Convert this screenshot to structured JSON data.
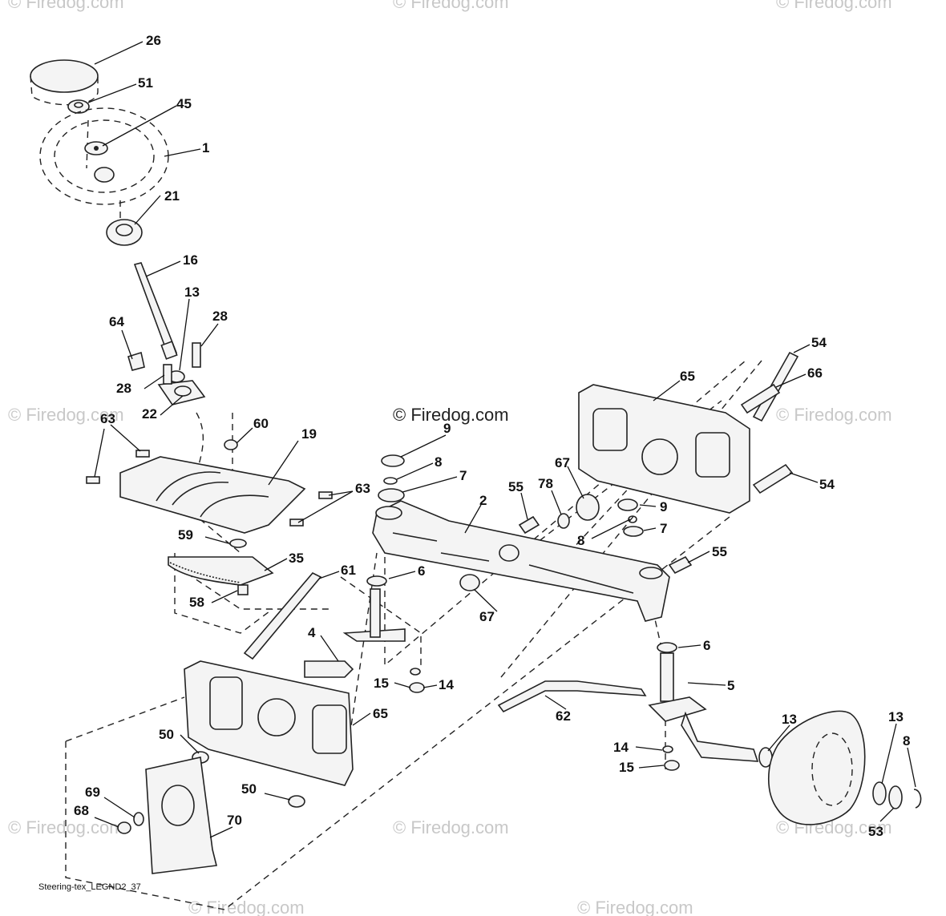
{
  "diagram": {
    "watermarks": [
      "© Firedog.com",
      "© Firedog.com",
      "© Firedog.com",
      "© Firedog.com",
      "© Firedog.com",
      "© Firedog.com",
      "© Firedog.com",
      "© Firedog.com",
      "© Firedog.com",
      "© Firedog.com"
    ],
    "center_watermark": "© Firedog.com",
    "caption": "Steering-tex_LEGND2_37",
    "callouts": [
      "26",
      "51",
      "45",
      "1",
      "21",
      "16",
      "13",
      "28",
      "64",
      "28",
      "22",
      "63",
      "60",
      "19",
      "63",
      "59",
      "35",
      "58",
      "61",
      "9",
      "8",
      "7",
      "67",
      "55",
      "78",
      "2",
      "8",
      "9",
      "7",
      "55",
      "65",
      "54",
      "66",
      "54",
      "6",
      "67",
      "4",
      "15",
      "14",
      "6",
      "5",
      "62",
      "65",
      "50",
      "13",
      "13",
      "8",
      "14",
      "15",
      "69",
      "68",
      "70",
      "50",
      "53"
    ]
  },
  "colors": {
    "ink": "#222222",
    "watermark": "#c8c8c8",
    "background": "#ffffff"
  }
}
